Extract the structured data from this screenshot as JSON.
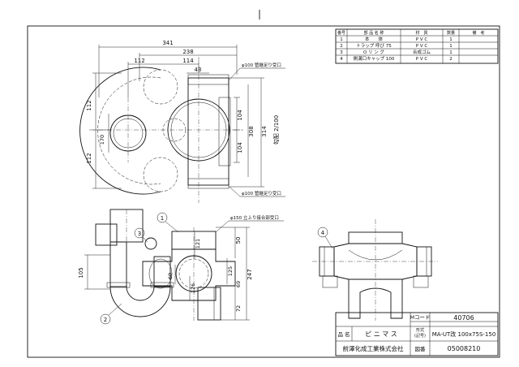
{
  "parts_table": {
    "headers": [
      "番号",
      "部 品 名 称",
      "材　質",
      "数量",
      "備　考"
    ],
    "rows": [
      {
        "no": "1",
        "name": "本　　体",
        "material": "P V C",
        "qty": "1",
        "note": ""
      },
      {
        "no": "2",
        "name": "トラップ 呼び 75",
        "material": "P V C",
        "qty": "1",
        "note": ""
      },
      {
        "no": "3",
        "name": "O リ ン グ",
        "material": "合成ゴム",
        "qty": "1",
        "note": ""
      },
      {
        "no": "4",
        "name": "側溝口キャップ 100",
        "material": "P V C",
        "qty": "2",
        "note": ""
      }
    ]
  },
  "title_block": {
    "mcode_label": "Mコード",
    "mcode_value": "40706",
    "model_label_1": "形式",
    "model_label_2": "(記号)",
    "model_value": "MA-UT改 100x75S-150",
    "name_label": "品 名",
    "name_value": "ピ ニ マ ス",
    "company": "前澤化成工業株式会社",
    "drawing_no_label": "図番",
    "drawing_no_value": "05008210"
  },
  "plan_view": {
    "dims": {
      "overall_width": "341",
      "width_238": "238",
      "width_112": "112",
      "width_114": "114",
      "width_43": "43",
      "left_112_top": "112",
      "left_112_bottom": "112",
      "left_170": "170",
      "r_104_top": "104",
      "r_104_bottom": "104",
      "r_308": "308",
      "r_314": "314",
      "slope": "勾配 2/100"
    },
    "notes": {
      "inlet_top": "φ100 管継足り受口",
      "inlet_bottom": "φ100 管継足り受口"
    }
  },
  "section_view": {
    "dims": {
      "d105": "105",
      "d60": "60",
      "d121": "121",
      "d50": "50",
      "d125": "125",
      "d247": "247",
      "d126": "126",
      "d69": "69",
      "d72": "72"
    },
    "notes": {
      "riser": "φ150 立上り接合部受口"
    },
    "balloons": [
      "1",
      "2",
      "3"
    ]
  },
  "side_view": {
    "balloons": [
      "4"
    ]
  }
}
